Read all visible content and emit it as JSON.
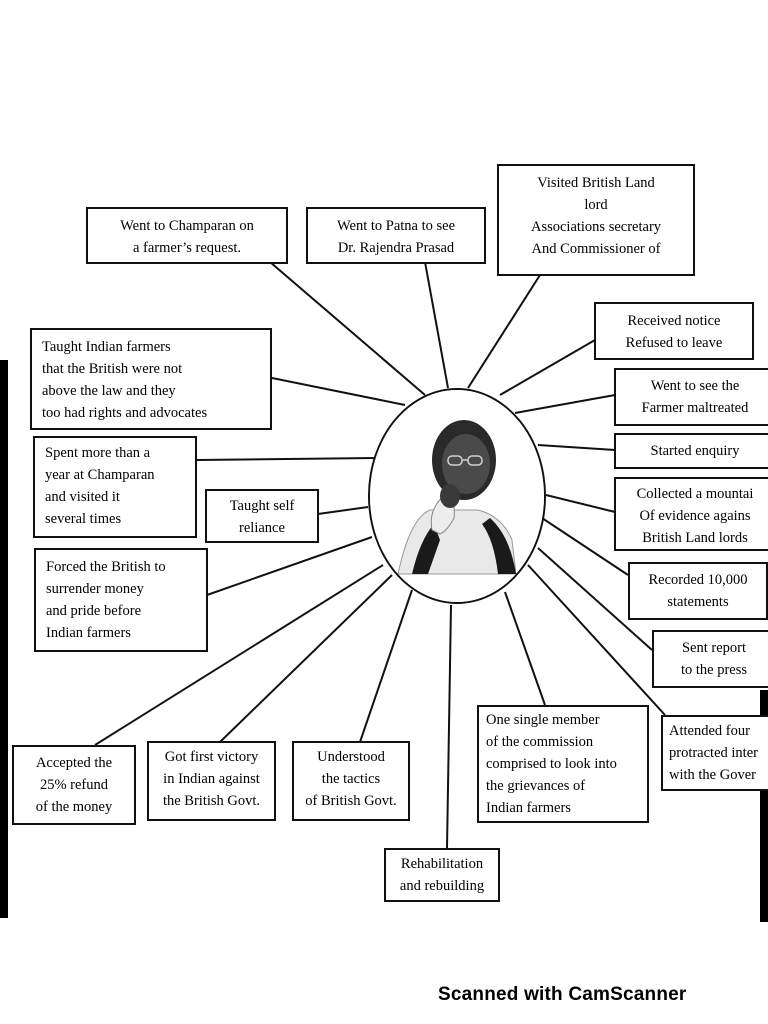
{
  "center": {
    "portrait_icon": "portrait-figure-icon"
  },
  "nodes": {
    "champaran": "Went to Champaran on\na farmer’s request.",
    "patna": "Went to Patna to see\nDr. Rajendra Prasad",
    "visited_british": "Visited British Land\nlord\nAssociations secretary\nAnd Commissioner of",
    "received_notice": "Received notice\nRefused to leave",
    "went_to_see": "Went to see the\nFarmer maltreated",
    "started_enquiry": "Started enquiry",
    "collected": "Collected a mountai\nOf evidence agains\nBritish Land lords",
    "recorded": "Recorded 10,000\nstatements",
    "sent_report": "Sent report\nto the press",
    "attended": "Attended four\nprotracted inter\nwith the Gover",
    "one_single": "One single member\nof the commission\ncomprised to look into\nthe grievances of\nIndian farmers",
    "rehabilitation": "Rehabilitation\nand rebuilding",
    "understood": "Understood\nthe tactics\nof British Govt.",
    "first_victory": "Got first victory\nin Indian against\nthe British Govt.",
    "accepted": "Accepted the\n25% refund\nof the money",
    "forced": "Forced the British to\nsurrender money\nand pride before\nIndian farmers",
    "taught_self": "Taught self\nreliance",
    "spent": "Spent more than a\nyear at Champaran\nand visited it\nseveral times",
    "taught_farmers": "Taught Indian farmers\nthat the British were not\nabove the law and they\ntoo had rights and advocates"
  },
  "footer": {
    "watermark": "Scanned with CamScanner"
  }
}
